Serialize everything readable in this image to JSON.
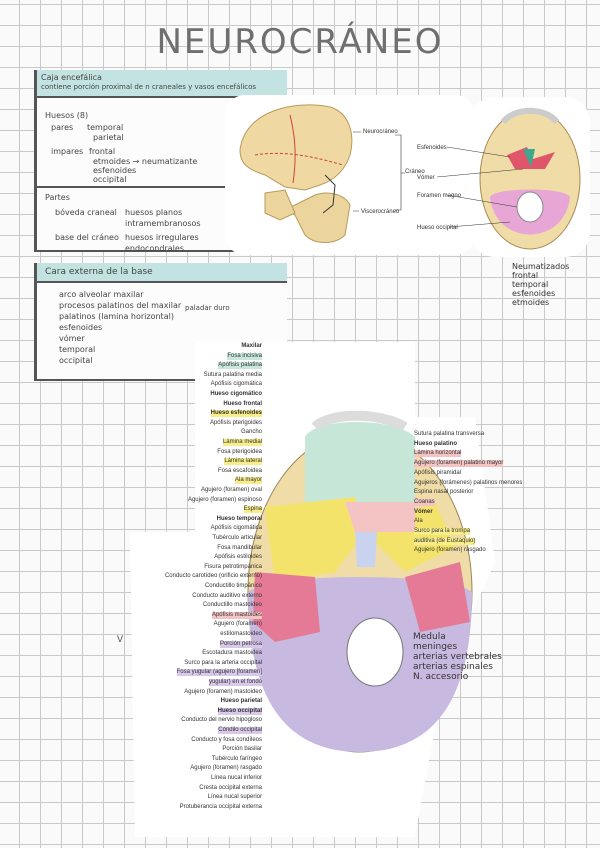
{
  "page_title": "NEUROCRÁNEO",
  "box1": {
    "title_line1": "Caja encefálica",
    "title_line2": "contiene porción proximal de n craneales y vasos encefálicos",
    "huesos_header": "Huesos (8)",
    "pares_label": "pares",
    "pares_items": [
      "temporal",
      "parietal"
    ],
    "impares_label": "impares",
    "impares_items": [
      "frontal",
      "etmoides → neumatizante",
      "esfenoides",
      "occipital"
    ],
    "partes_header": "Partes",
    "boveda_label": "bóveda craneal",
    "boveda_note": "huesos planos intramembranosos",
    "base_label": "base del cráneo",
    "base_note": "huesos irregulares endocondrales"
  },
  "box2": {
    "title": "Cara externa de la base",
    "items": [
      "arco alveolar maxilar",
      "procesos palatinos del maxilar",
      "palatinos (lamina horizontal)",
      "esfenoides",
      "vómer",
      "temporal",
      "occipital"
    ],
    "palate_note": "paladar duro"
  },
  "skull_lateral": {
    "labels": {
      "neuro": "Neurocráneo",
      "cranio": "Cráneo",
      "viscero": "Viscerocráneo"
    }
  },
  "skull_base_small": {
    "labels": [
      "Esfenoides",
      "Vómer",
      "Foramen magno",
      "Hueso occipital"
    ]
  },
  "neumatizados": {
    "header": "Neumatizados",
    "items": [
      "frontal",
      "temporal",
      "esfenoides",
      "etmoides"
    ]
  },
  "diagram": {
    "left_labels": [
      {
        "t": "Maxilar",
        "s": "b"
      },
      {
        "t": "Fosa incisiva",
        "s": "g"
      },
      {
        "t": "Apófisis palatina",
        "s": "g"
      },
      {
        "t": "Sutura palatina media",
        "s": ""
      },
      {
        "t": "Apófisis cigomática",
        "s": ""
      },
      {
        "t": "Hueso cigomático",
        "s": "b"
      },
      {
        "t": "Hueso frontal",
        "s": "b"
      },
      {
        "t": "Hueso esfenoides",
        "s": "by"
      },
      {
        "t": "Apófisis pterigoides",
        "s": ""
      },
      {
        "t": "Gancho",
        "s": ""
      },
      {
        "t": "Lámina medial",
        "s": "y"
      },
      {
        "t": "Fosa pterigoidea",
        "s": ""
      },
      {
        "t": "Lámina lateral",
        "s": "y"
      },
      {
        "t": "Fosa escafoidea",
        "s": ""
      },
      {
        "t": "Ala mayor",
        "s": "y"
      },
      {
        "t": "Agujero (foramen) oval",
        "s": ""
      },
      {
        "t": "Agujero (foramen) espinoso",
        "s": ""
      },
      {
        "t": "Espina",
        "s": "y"
      },
      {
        "t": "Hueso temporal",
        "s": "b"
      },
      {
        "t": "Apófisis cigomática",
        "s": ""
      },
      {
        "t": "Tubérculo articular",
        "s": ""
      },
      {
        "t": "Fosa mandibular",
        "s": ""
      },
      {
        "t": "Apófisis estiloides",
        "s": ""
      },
      {
        "t": "Fisura petrotimpánica",
        "s": ""
      },
      {
        "t": "Conducto carotídeo (orificio externo)",
        "s": ""
      },
      {
        "t": "Conductillo timpánico",
        "s": ""
      },
      {
        "t": "Conducto auditivo externo",
        "s": ""
      },
      {
        "t": "Conductillo mastoideo",
        "s": ""
      },
      {
        "t": "Apófisis mastoides",
        "s": "r"
      },
      {
        "t": "Agujero (foramen)",
        "s": ""
      },
      {
        "t": "estilomastoideo",
        "s": ""
      },
      {
        "t": "Porción petrosa",
        "s": "p"
      },
      {
        "t": "Escotadura mastoidea",
        "s": ""
      },
      {
        "t": "Surco para la arteria occipital",
        "s": ""
      },
      {
        "t": "Fosa yugular (agujero [foramen]",
        "s": "p"
      },
      {
        "t": "yugular) en el fondo",
        "s": "p"
      },
      {
        "t": "Agujero (foramen) mastoideo",
        "s": ""
      },
      {
        "t": "Hueso parietal",
        "s": "b"
      },
      {
        "t": "Hueso occipital",
        "s": "bp"
      },
      {
        "t": "Conducto del nervio hipogloso",
        "s": ""
      },
      {
        "t": "Cóndilo occipital",
        "s": "p"
      },
      {
        "t": "Conducto y fosa condíleos",
        "s": ""
      },
      {
        "t": "Porción basilar",
        "s": ""
      },
      {
        "t": "Tubérculo faríngeo",
        "s": ""
      },
      {
        "t": "Agujero (foramen) rasgado",
        "s": ""
      },
      {
        "t": "Línea nucal inferior",
        "s": ""
      },
      {
        "t": "Cresta occipital externa",
        "s": ""
      },
      {
        "t": "Línea nucal superior",
        "s": ""
      },
      {
        "t": "Protuberancia occipital externa",
        "s": ""
      }
    ],
    "right_labels": [
      {
        "t": "Sutura palatina transversa",
        "s": ""
      },
      {
        "t": "Hueso palatino",
        "s": "b"
      },
      {
        "t": "Lámina horizontal",
        "s": "r"
      },
      {
        "t": "Agujero (foramen) palatino mayor",
        "s": "r"
      },
      {
        "t": "Apófisis piramidal",
        "s": ""
      },
      {
        "t": "Agujeros (forámenes) palatinos menores",
        "s": ""
      },
      {
        "t": "Espina nasal posterior",
        "s": ""
      },
      {
        "t": "Coanas",
        "s": "r"
      },
      {
        "t": "Vómer",
        "s": "b"
      },
      {
        "t": "Ala",
        "s": ""
      },
      {
        "t": "Surco para la trompa",
        "s": "y"
      },
      {
        "t": "auditiva (de Eustaquio)",
        "s": "y"
      },
      {
        "t": "Agujero (foramen) rasgado",
        "s": ""
      }
    ],
    "v_mark": "V",
    "foramen_notes": [
      "Medula",
      "meninges",
      "arterias vertebrales",
      "arterias espinales",
      "N. accesorio"
    ]
  },
  "colors": {
    "bone": "#f0dca6",
    "maxilla": "#c6e6d8",
    "sphenoid": "#f4e36a",
    "temporal": "#e57a97",
    "occipital": "#c7b9e0",
    "vomer": "#c9d3f0",
    "teal_highlight": "#bfe4e0"
  }
}
